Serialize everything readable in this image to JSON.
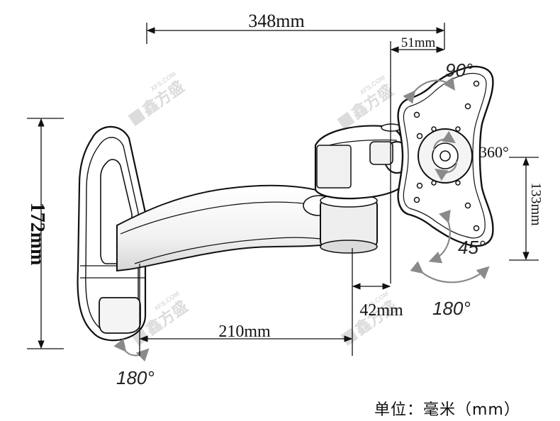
{
  "dimensions": {
    "overall_width": "348mm",
    "panel_offset": "51mm",
    "height": "172mm",
    "panel_height": "133mm",
    "arm_length": "210mm",
    "clearance": "42mm"
  },
  "angles": {
    "tilt_up": "90°",
    "rotate": "360°",
    "tilt_down": "45°",
    "swivel_arm": "180°",
    "swivel_wall": "180°"
  },
  "unit_label": "单位：毫米（mm）",
  "watermark": {
    "brand": "鑫方盛",
    "domain": "XFS.COM"
  },
  "colors": {
    "line": "#111111",
    "arrow_gray": "#8a8a8a",
    "watermark": "#d9d9d9"
  }
}
